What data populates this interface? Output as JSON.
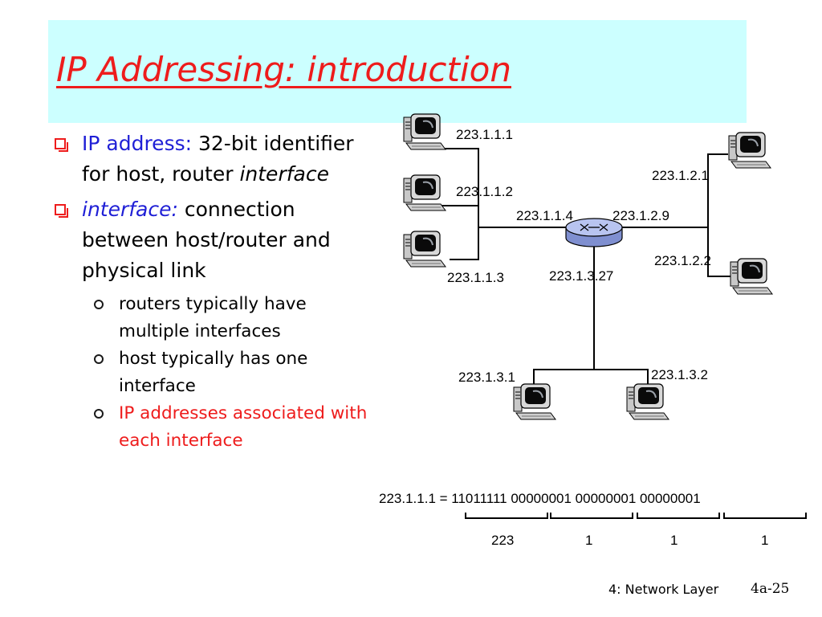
{
  "slide": {
    "title": "IP Addressing: introduction",
    "bullets": {
      "b1_term": "IP address:",
      "b1_rest_a": " 32-bit identifier for host, router ",
      "b1_rest_b": "interface",
      "b2_term": "interface:",
      "b2_rest": " connection between host/router and physical link",
      "sub1": "routers typically have multiple interfaces",
      "sub2": "host typically has one interface",
      "sub3": "IP addresses associated with each interface"
    },
    "footer": {
      "chapter": "4: Network Layer",
      "page": "4a-25"
    }
  },
  "diagram": {
    "labels": {
      "h1": "223.1.1.1",
      "h2": "223.1.1.2",
      "h3": "223.1.1.3",
      "r_left": "223.1.1.4",
      "r_right": "223.1.2.9",
      "r_bottom": "223.1.3.27",
      "h4": "223.1.2.1",
      "h5": "223.1.2.2",
      "h6": "223.1.3.1",
      "h7": "223.1.3.2"
    },
    "binary": {
      "equation": "223.1.1.1 = 11011111 00000001 00000001 00000001",
      "g1": "223",
      "g2": "1",
      "g3": "1",
      "g4": "1"
    }
  },
  "colors": {
    "title": "#ee1c1c",
    "title_bg": "#ccffff",
    "term_blue": "#1f1fd6",
    "bullet_red": "#ee1c1c"
  }
}
